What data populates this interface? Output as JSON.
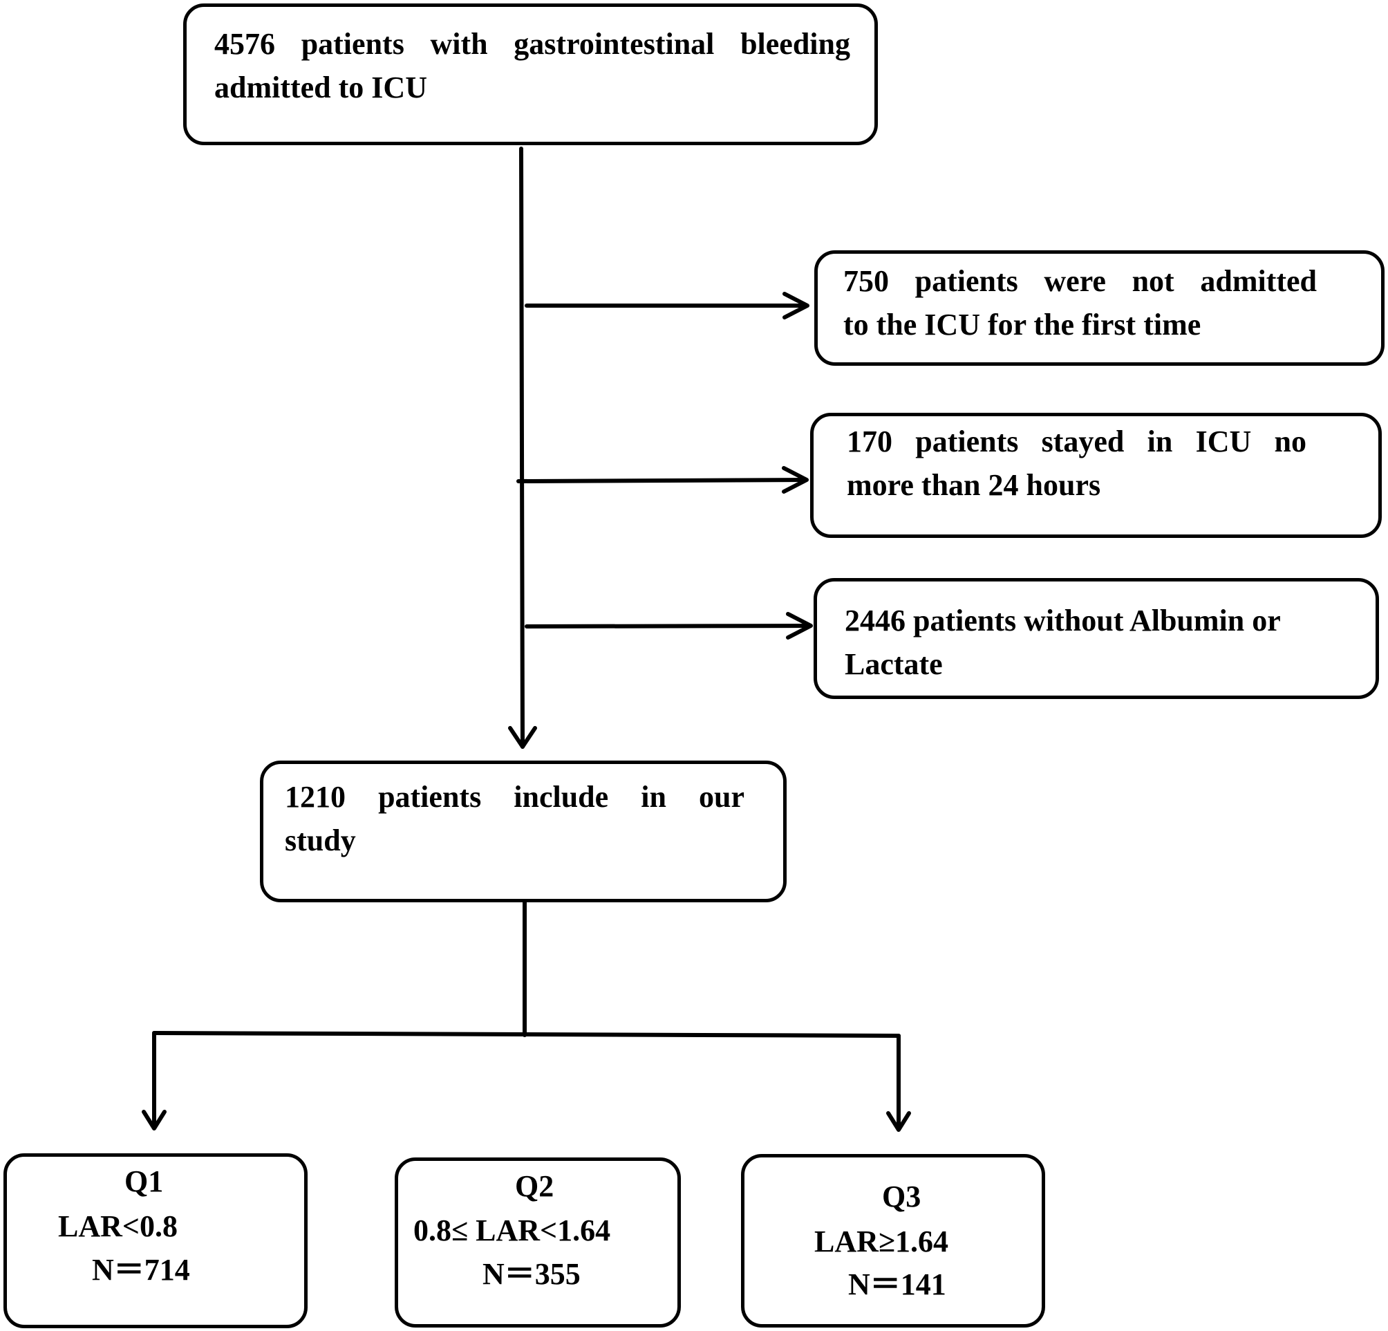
{
  "flowchart": {
    "start": {
      "lines": [
        "4576 patients with gastrointestinal bleeding",
        "admitted to ICU"
      ]
    },
    "exclusions": [
      {
        "lines": [
          "750 patients were not admitted",
          "to the ICU for the first time"
        ]
      },
      {
        "lines": [
          "170 patients stayed in ICU no",
          "more than 24 hours"
        ]
      },
      {
        "lines": [
          "2446 patients without Albumin or",
          "Lactate"
        ]
      }
    ],
    "included": {
      "lines": [
        "1210 patients include in our",
        "study"
      ]
    },
    "groups": [
      {
        "name": "Q1",
        "range": "LAR<0.8",
        "n": "N＝714"
      },
      {
        "name": "Q2",
        "range": "0.8≤ LAR<1.64",
        "n": "N＝355"
      },
      {
        "name": "Q3",
        "range": "LAR≥1.64",
        "n": "N＝141"
      }
    ]
  }
}
